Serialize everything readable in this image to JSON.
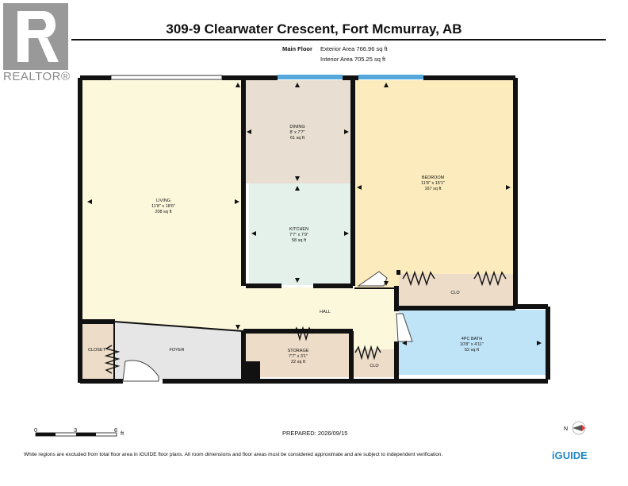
{
  "header": {
    "logo_text": "REALTOR®",
    "title": "309-9 Clearwater Crescent, Fort Mcmurray, AB",
    "floor_label": "Main Floor",
    "exterior_area": "Exterior Area 766.96 sq ft",
    "interior_area": "Interior Area 705.25 sq ft"
  },
  "rooms": {
    "living": {
      "name": "LIVING",
      "dims": "11'8\" x 18'6\"",
      "area": "208 sq ft"
    },
    "dining": {
      "name": "DINING",
      "dims": "8' x 7'7\"",
      "area": "61 sq ft"
    },
    "kitchen": {
      "name": "KITCHEN",
      "dims": "7'7\" x 7'9\"",
      "area": "58 sq ft"
    },
    "bedroom": {
      "name": "BEDROOM",
      "dims": "11'8\" x 15'1\"",
      "area": "167 sq ft"
    },
    "bath": {
      "name": "4PC BATH",
      "dims": "10'8\" x 4'11\"",
      "area": "52 sq ft"
    },
    "storage": {
      "name": "STORAGE",
      "dims": "7'7\" x 3'1\"",
      "area": "22 sq ft"
    },
    "hall": {
      "name": "HALL"
    },
    "foyer": {
      "name": "FOYER"
    },
    "closet": {
      "name": "CLOSET"
    },
    "clo_bed": {
      "name": "CLO"
    },
    "clo_hall": {
      "name": "CLO"
    }
  },
  "scale": {
    "labels": [
      "0",
      "3",
      "6"
    ],
    "unit": "ft"
  },
  "compass": {
    "label": "N"
  },
  "prepared": "PREPARED: 2026/09/15",
  "footer": "White regions are excluded from total floor area in iGUIDE floor plans. All room dimensions and floor areas must be considered approximate and are subject to independent verification.",
  "brand": "iGUIDE",
  "colors": {
    "living": "#fcf8dc",
    "dining": "#e8dfd2",
    "kitchen": "#e4f1ea",
    "bedroom": "#fcebbc",
    "bath": "#bfe3f7",
    "storage": "#ecdcc8",
    "closet": "#ecdcc8",
    "foyer": "#e6e6e6",
    "hall": "#fcf8dc",
    "clo": "#ecdcc8",
    "window": "#55a8dc",
    "logo": "#999999"
  }
}
